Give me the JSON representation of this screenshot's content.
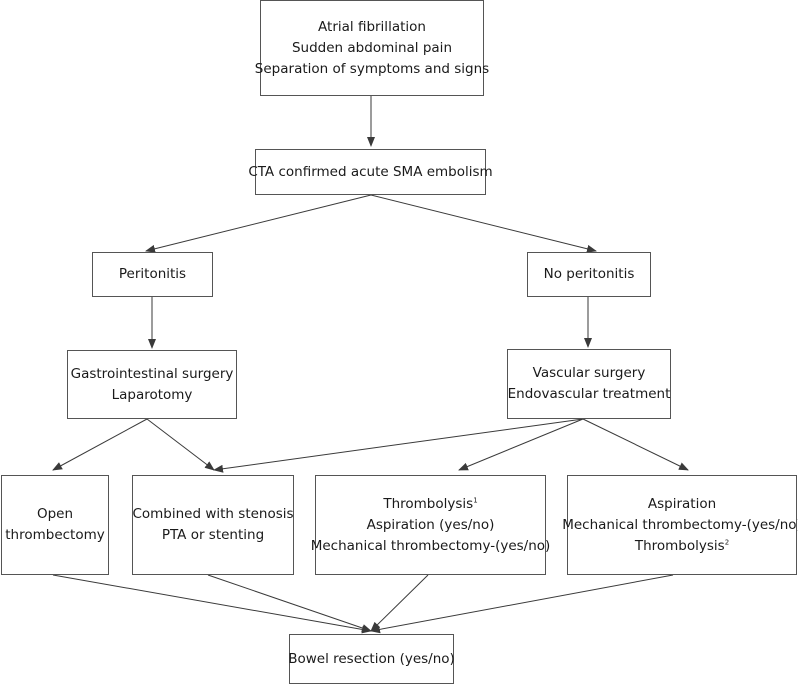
{
  "boxes": {
    "presentation": {
      "lines": [
        "Atrial fibrillation",
        "Sudden abdominal pain",
        "Separation of symptoms and signs"
      ]
    },
    "cta": {
      "lines": [
        "CTA confirmed acute SMA embolism"
      ]
    },
    "peritonitis": {
      "lines": [
        "Peritonitis"
      ]
    },
    "no_peritonitis": {
      "lines": [
        "No peritonitis"
      ]
    },
    "gi_surgery": {
      "lines": [
        "Gastrointestinal surgery",
        "Laparotomy"
      ]
    },
    "vascular_surgery": {
      "lines": [
        "Vascular surgery",
        "Endovascular treatment"
      ]
    },
    "open_thrombectomy": {
      "lines": [
        "Open",
        "thrombectomy"
      ]
    },
    "stenosis": {
      "lines": [
        "Combined with stenosis",
        "PTA or stenting"
      ]
    },
    "thrombolysis_first": {
      "line1": "Thrombolysis",
      "line1_sup": "1",
      "line2": "Aspiration (yes/no)",
      "line3": "Mechanical thrombectomy-(yes/no)"
    },
    "aspiration_first": {
      "line1": "Aspiration",
      "line2": "Mechanical thrombectomy-(yes/no)",
      "line3": "Thrombolysis",
      "line3_sup": "2"
    },
    "bowel_resection": {
      "lines": [
        "Bowel resection (yes/no)"
      ]
    }
  }
}
